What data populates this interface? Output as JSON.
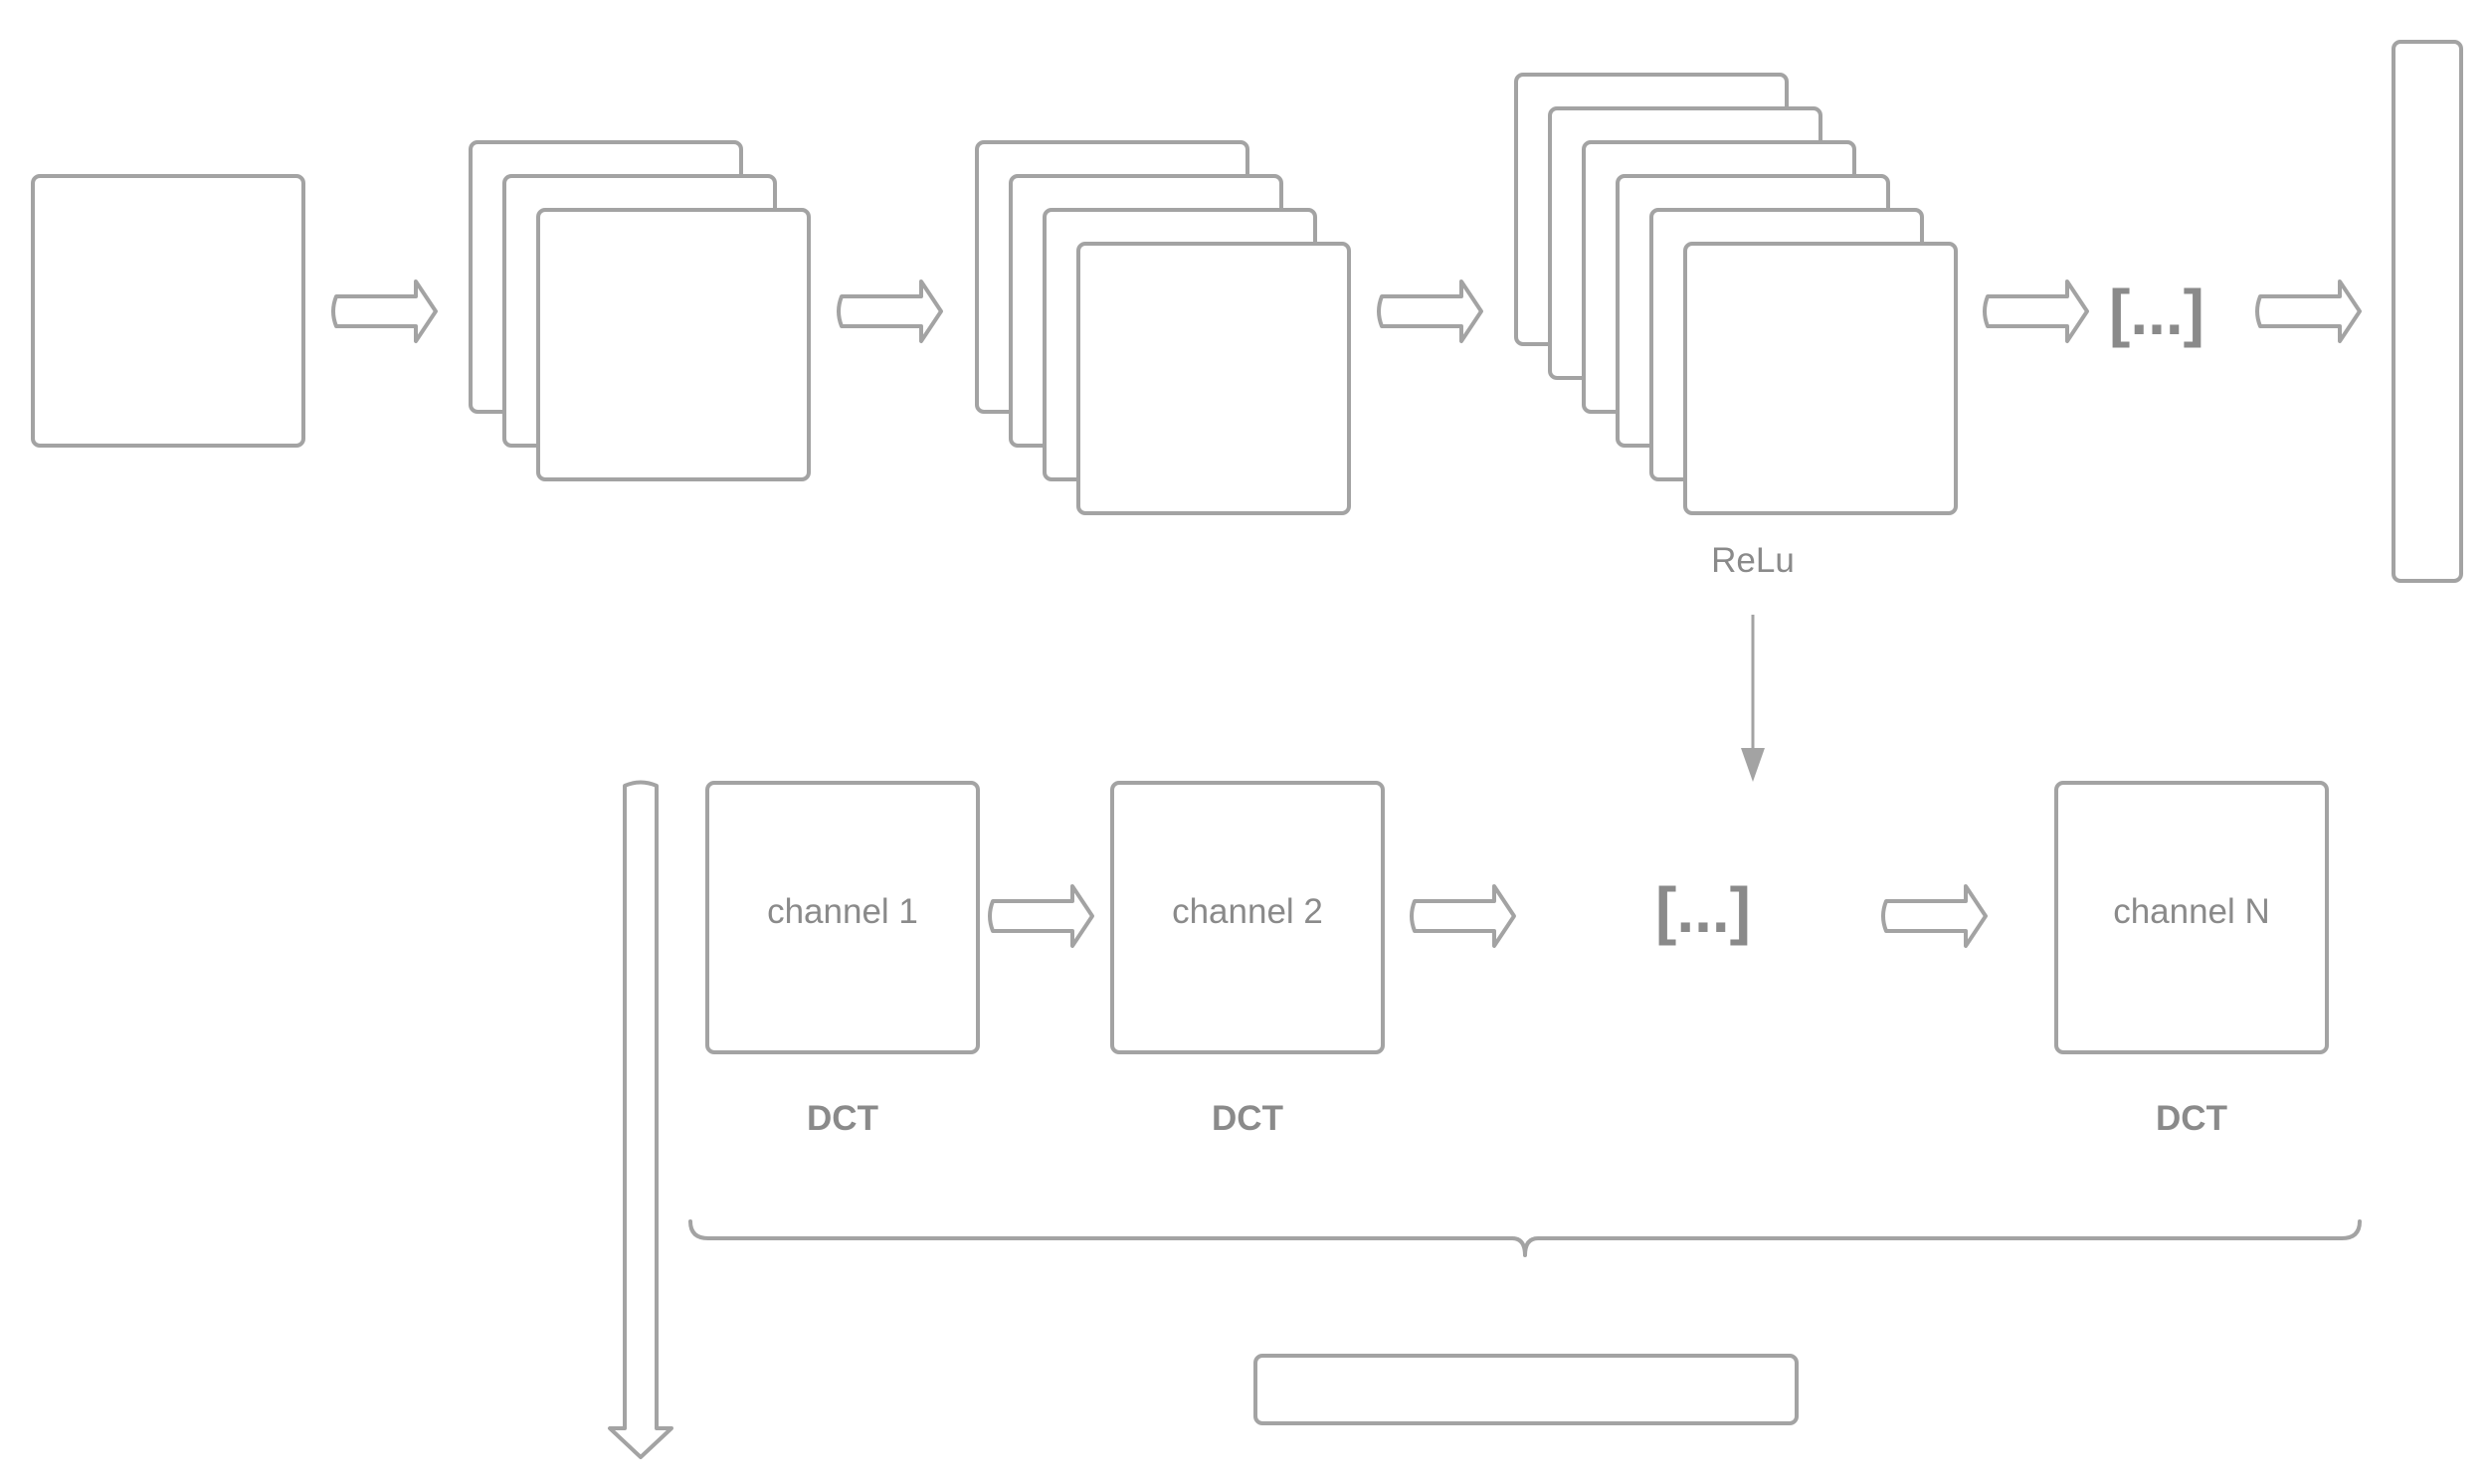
{
  "labels": {
    "relu": "ReLu",
    "ellipsis_top": "[...]",
    "ellipsis_bottom": "[...]",
    "channel_1": "channel 1",
    "channel_2": "channel 2",
    "channel_n": "channel N",
    "dct_1": "DCT",
    "dct_2": "DCT",
    "dct_n": "DCT"
  },
  "colors": {
    "stroke": "#a3a3a3",
    "text": "#8a8a8a",
    "background": "#ffffff"
  }
}
